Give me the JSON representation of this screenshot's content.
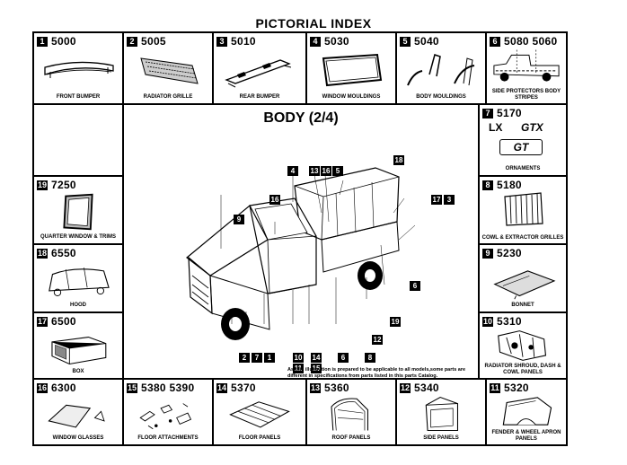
{
  "page": {
    "title": "PICTORIAL INDEX"
  },
  "center": {
    "title": "BODY (2/4)",
    "note": "As this illustration is prepared to be applicable to all models,some parts are different in specifications from parts listed in this parts Catalog.",
    "callouts": [
      "4",
      "13",
      "16",
      "5",
      "18",
      "16",
      "17",
      "3",
      "9",
      "6",
      "19",
      "12",
      "8",
      "2",
      "7",
      "1",
      "10",
      "11",
      "14",
      "15",
      "6"
    ]
  },
  "top_row": [
    {
      "index": "1",
      "codes": "5000",
      "caption": "FRONT BUMPER",
      "icon": "front-bumper-icon"
    },
    {
      "index": "2",
      "codes": "5005",
      "caption": "RADIATOR GRILLE",
      "icon": "radiator-grille-icon"
    },
    {
      "index": "3",
      "codes": "5010",
      "caption": "REAR BUMPER",
      "icon": "rear-bumper-icon"
    },
    {
      "index": "4",
      "codes": "5030",
      "caption": "WINDOW MOULDINGS",
      "icon": "window-moulding-icon"
    },
    {
      "index": "5",
      "codes": "5040",
      "caption": "BODY MOULDINGS",
      "icon": "body-moulding-icon"
    },
    {
      "index": "6",
      "codes": "5080  5060",
      "caption": "SIDE PROTECTORS BODY STRIPES",
      "icon": "truck-side-icon"
    }
  ],
  "right_col": [
    {
      "index": "7",
      "codes": "5170",
      "caption": "ORNAMENTS",
      "ornament_text": [
        "LX",
        "GTX",
        "GT"
      ]
    },
    {
      "index": "8",
      "codes": "5180",
      "caption": "COWL & EXTRACTOR GRILLES",
      "icon": "cowl-grille-icon"
    },
    {
      "index": "9",
      "codes": "5230",
      "caption": "BONNET",
      "icon": "bonnet-icon"
    },
    {
      "index": "10",
      "codes": "5310",
      "caption": "RADIATOR SHROUD, DASH & COWL PANELS",
      "icon": "radiator-shroud-icon"
    }
  ],
  "left_col": [
    {
      "index": "19",
      "codes": "7250",
      "caption": "QUARTER WINDOW & TRIMS",
      "icon": "quarter-window-icon"
    },
    {
      "index": "18",
      "codes": "6550",
      "caption": "HOOD",
      "icon": "hood-cover-icon"
    },
    {
      "index": "17",
      "codes": "6500",
      "caption": "BOX",
      "icon": "cargo-box-icon"
    }
  ],
  "bottom_row": [
    {
      "index": "16",
      "codes": "6300",
      "caption": "WINDOW GLASSES",
      "icon": "window-glass-icon"
    },
    {
      "index": "15",
      "codes": "5380  5390",
      "caption": "FLOOR ATTACHMENTS",
      "icon": "floor-attachment-icon"
    },
    {
      "index": "14",
      "codes": "5370",
      "caption": "FLOOR PANELS",
      "icon": "floor-panel-icon"
    },
    {
      "index": "13",
      "codes": "5360",
      "caption": "ROOF PANELS",
      "icon": "roof-panel-icon"
    },
    {
      "index": "12",
      "codes": "5340",
      "caption": "SIDE PANELS",
      "icon": "side-panel-icon"
    },
    {
      "index": "11",
      "codes": "5320",
      "caption": "FENDER & WHEEL APRON PANELS",
      "icon": "fender-icon"
    }
  ]
}
